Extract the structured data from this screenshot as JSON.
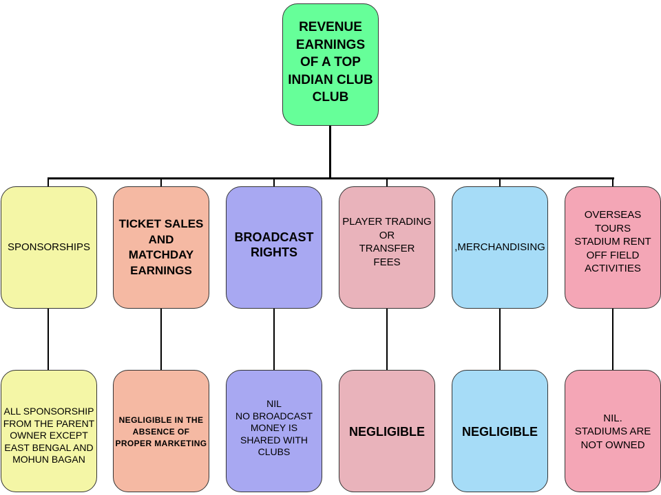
{
  "diagram": {
    "title": "REVENUE\nEARNINGS\nOF A TOP\nINDIAN CLUB\nCLUB",
    "colors": {
      "root": "#66ff99",
      "sponsorships": "#f4f6a6",
      "ticket_sales": "#f5b9a3",
      "broadcast": "#a8a8f2",
      "player_trading": "#e9b3bb",
      "merchandising": "#a6dcf7",
      "overseas": "#f4a6b6"
    },
    "categories": [
      {
        "label": "SPONSORSHIPS",
        "detail": "ALL SPONSORSHIP\nFROM THE PARENT\nOWNER EXCEPT\nEAST BENGAL AND\nMOHUN BAGAN"
      },
      {
        "label": "TICKET SALES\nAND\nMATCHDAY\nEARNINGS",
        "detail": "NEGLIGIBLE IN THE\nABSENCE OF\nPROPER MARKETING"
      },
      {
        "label": "BROADCAST\nRIGHTS",
        "detail": "NIL\nNO BROADCAST\nMONEY IS\nSHARED WITH\nCLUBS"
      },
      {
        "label": "PLAYER TRADING\nOR\nTRANSFER\nFEES",
        "detail": "NEGLIGIBLE"
      },
      {
        "label": ",MERCHANDISING",
        "detail": "NEGLIGIBLE"
      },
      {
        "label": "OVERSEAS TOURS\nSTADIUM RENT\nOFF FIELD\nACTIVITIES",
        "detail": "NIL.\nSTADIUMS ARE\nNOT OWNED"
      }
    ]
  }
}
